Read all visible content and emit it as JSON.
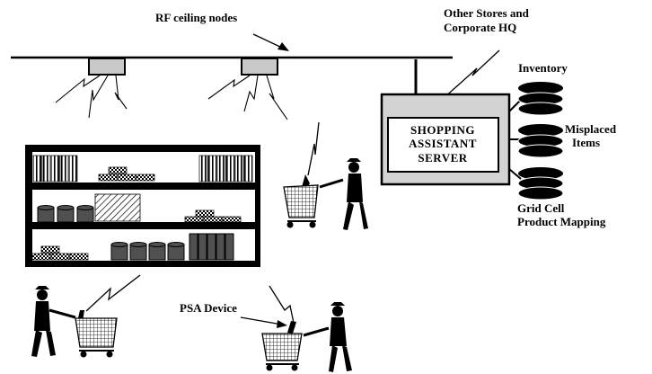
{
  "labels": {
    "rf_nodes": "RF ceiling nodes",
    "other_stores_line1": "Other Stores and",
    "other_stores_line2": "Corporate HQ",
    "inventory": "Inventory",
    "misplaced_line1": "Misplaced",
    "misplaced_line2": "Items",
    "gridcell_line1": "Grid Cell",
    "gridcell_line2": "Product Mapping",
    "psa_device": "PSA  Device"
  },
  "server": {
    "line1": "SHOPPING",
    "line2": "ASSISTANT",
    "line3": "SERVER"
  },
  "colors": {
    "server_fill": "#d3d3d3",
    "node_fill": "#c8c8c8",
    "shelf_fill": "#ffffff",
    "can_fill": "#505050",
    "ink": "#000000"
  }
}
